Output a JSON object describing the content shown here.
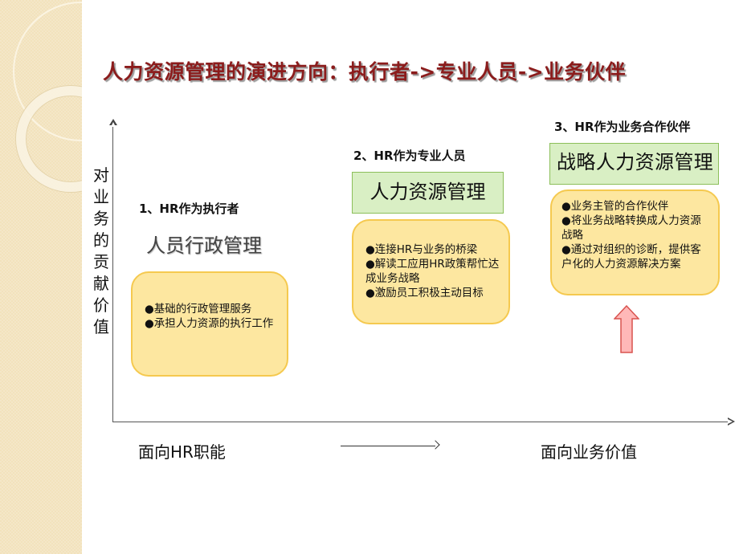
{
  "slide": {
    "title": "人力资源管理的演进方向：执行者->专业人员->业务伙伴",
    "y_axis_label": "对业务的贡献价值",
    "x_axis_left_label": "面向HR职能",
    "x_axis_right_label": "面向业务价值",
    "colors": {
      "title": "#8b1c1c",
      "side_band": "#f2e2bc",
      "green_box_fill": "#d9efc4",
      "green_box_border": "#8cbf5a",
      "yellow_box_fill": "#fde7a0",
      "yellow_box_border": "#f5c94f",
      "up_arrow_fill": "#ffb3b3",
      "up_arrow_border": "#d9534f"
    }
  },
  "stages": [
    {
      "heading": "1、HR作为执行者",
      "role": "人员行政管理",
      "bullets": [
        "●基础的行政管理服务",
        "●承担人力资源的执行工作"
      ]
    },
    {
      "heading": "2、HR作为专业人员",
      "role": "人力资源管理",
      "bullets": [
        "●连接HR与业务的桥梁",
        "●解读工应用HR政策帮忙达成业务战略",
        "●激励员工积极主动目标"
      ]
    },
    {
      "heading": "3、HR作为业务合作伙伴",
      "role": "战略人力资源管理",
      "bullets": [
        "●业务主管的合作伙伴",
        "●将业务战略转换成人力资源战略",
        "●通过对组织的诊断，提供客户化的人力资源解决方案"
      ]
    }
  ],
  "icons": {
    "up_arrow": "up-arrow-icon",
    "y_axis_arrow": "arrow-up-icon",
    "x_axis_arrow": "arrow-right-icon",
    "progress_arrow": "long-arrow-right-icon"
  }
}
